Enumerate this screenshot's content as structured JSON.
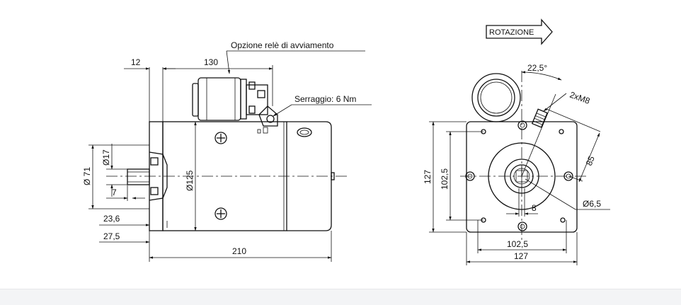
{
  "labels": {
    "rotation": "ROTAZIONE",
    "relay_option": "Opzione relè di avviamento",
    "tightening": "Serraggio: 6 Nm"
  },
  "side_view": {
    "dim_flange": "12",
    "dim_relay": "130",
    "dim_d71": "Ø 71",
    "dim_d17": "Ø17",
    "dim_7": "7",
    "dim_d125": "Ø125",
    "dim_23_6": "23,6",
    "dim_27_5": "27,5",
    "dim_210": "210"
  },
  "front_view": {
    "angle": "22,5°",
    "thread": "2xM8",
    "dim_85": "85",
    "dim_127_h": "127",
    "dim_102_5_h": "102,5",
    "dim_d6_5": "Ø6,5",
    "dim_8": "8",
    "dim_102_5_w": "102,5",
    "dim_127_w": "127"
  },
  "colors": {
    "line": "#111111",
    "band": "#f3f4f6"
  }
}
